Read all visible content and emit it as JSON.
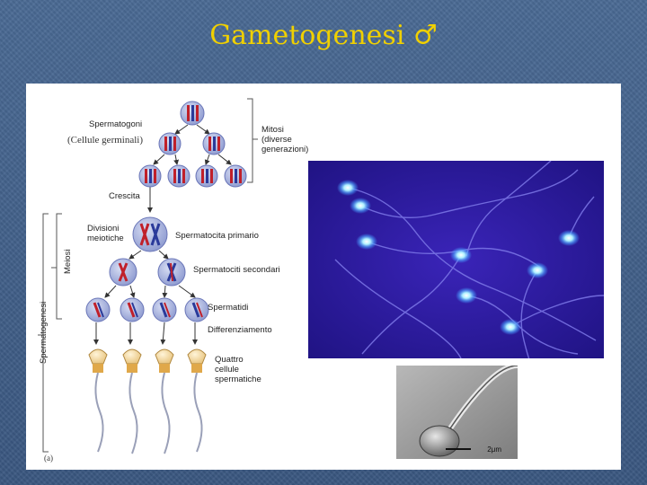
{
  "title": "Gametogenesi ♂",
  "diagram": {
    "labels": {
      "spermatogoni": "Spermatogoni",
      "cellule_germinali": "(Cellule germinali)",
      "mitosi": "Mitosi\n(diverse\ngenerazioni)",
      "crescita": "Crescita",
      "divisioni_meiotiche": "Divisioni\nmeiotiche",
      "spermatocita_primario": "Spermatocita primario",
      "meiosi": "Meiosi",
      "spermatociti_secondari": "Spermatociti secondari",
      "spermatidi": "Spermatidi",
      "differenziamento": "Differenziamento",
      "spermatogenesi": "Spermatogenesi",
      "quattro_cellule": "Quattro\ncellule\nspermatiche",
      "panel_letter": "(a)"
    }
  },
  "micrograph_inset": {
    "scale": "2μm"
  },
  "colors": {
    "title": "#f0d000",
    "cell_fill": "#9aa6d8",
    "chromosome_red": "#c0202a",
    "chromosome_blue": "#2a3a9a",
    "micro_bg": "#2a1a9a"
  }
}
